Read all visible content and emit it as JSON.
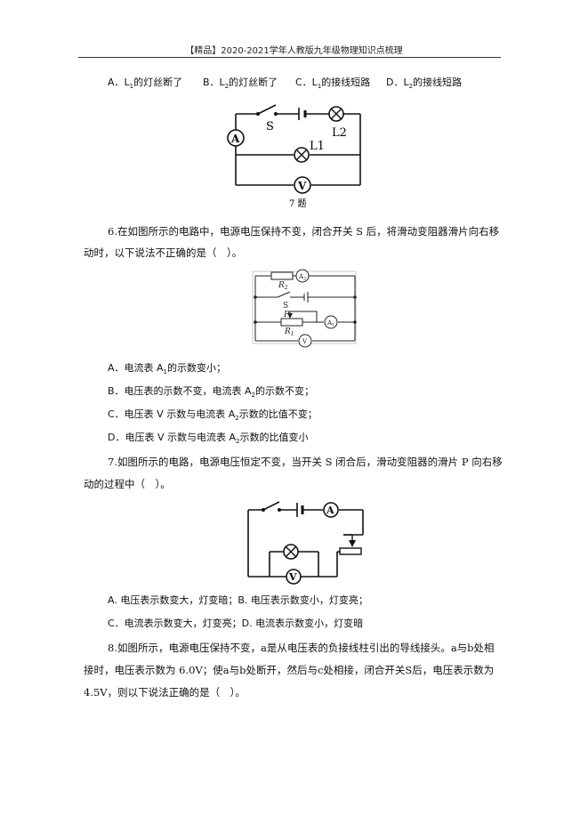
{
  "header": "【精品】2020-2021学年人教版九年级物理知识点梳理",
  "q5_options": [
    {
      "prefix": "A．L",
      "sub": "1",
      "suffix": "的灯丝断了"
    },
    {
      "prefix": "B．L",
      "sub": "2",
      "suffix": "的灯丝断了"
    },
    {
      "prefix": "C．L",
      "sub": "1",
      "suffix": "的接线短路"
    },
    {
      "prefix": "D．L",
      "sub": "2",
      "suffix": "的接线短路"
    }
  ],
  "fig7": {
    "s": "S",
    "l2": "L2",
    "l1": "L1",
    "a": "A",
    "v": "V",
    "caption": "7 题"
  },
  "q6": {
    "line1": "6.在如图所示的电路中，电源电压保持不变，闭合开关 S 后，将滑动变阻器滑片向右移",
    "line2": "动时，以下说法不正确的是（　）。",
    "options": [
      {
        "prefix": "A．电流表 A",
        "sub": "1",
        "suffix": "的示数变小；"
      },
      {
        "prefix": "B．电压表的示数不变，电流表 A",
        "sub": "2",
        "suffix": "的示数不变；"
      },
      {
        "prefix": "C．电压表 V 示数与电流表 A",
        "sub": "2",
        "suffix": "示数的比值不变；"
      },
      {
        "prefix": "D．电压表 V 示数与电流表 A",
        "sub": "2",
        "suffix": "示数的比值变小"
      }
    ]
  },
  "fig6": {
    "r2": "R",
    "r2sub": "2",
    "s": "S",
    "p": "P",
    "r1": "R",
    "r1sub": "1",
    "a2": "A",
    "a2sub": "2",
    "a1": "A",
    "a1sub": "1",
    "v": "V"
  },
  "q7": {
    "line1": "7.如图所示的电路，电源电压恒定不变，当开关 S 闭合后，滑动变阻器的滑片 P 向右移",
    "line2": "动的过程中（　）。",
    "opt_line1": "A. 电压表示数变大，灯变暗；B. 电压表示数变小，灯变亮；",
    "opt_line2": "C．电流表示数变大，灯变亮；D. 电流表示数变小，灯变暗"
  },
  "fig_q7": {
    "a": "A",
    "v": "V"
  },
  "q8": {
    "line1": "8.如图所示，电源电压保持不变，a是从电压表的负接线柱引出的导线接头。a与b处相",
    "line2": "接时，电压表示数为 6.0V；使a与b处断开，然后与c处相接，闭合开关S后，电压表示数为",
    "line3": "4.5V，则以下说法正确的是（　）。"
  }
}
